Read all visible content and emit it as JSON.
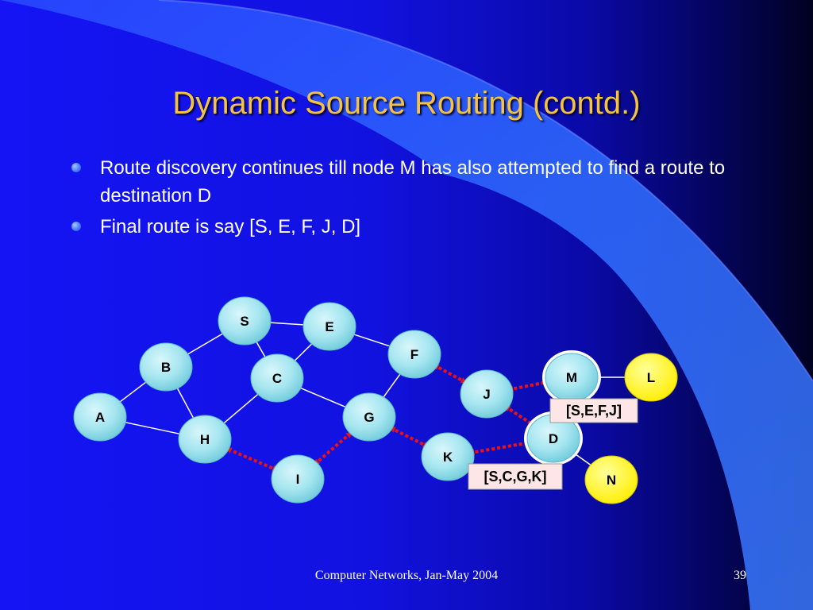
{
  "slide": {
    "title": "Dynamic Source Routing (contd.)",
    "bullets": [
      "Route discovery continues till node M has also attempted to find a route to destination D",
      "Final route is say [S, E, F, J, D]"
    ],
    "footer": "Computer Networks, Jan-May 2004",
    "page_number": "39"
  },
  "diagram": {
    "nodes": [
      {
        "id": "S",
        "label": "S",
        "style": "cyan"
      },
      {
        "id": "E",
        "label": "E",
        "style": "cyan"
      },
      {
        "id": "F",
        "label": "F",
        "style": "cyan"
      },
      {
        "id": "B",
        "label": "B",
        "style": "cyan"
      },
      {
        "id": "C",
        "label": "C",
        "style": "cyan"
      },
      {
        "id": "M",
        "label": "M",
        "style": "cyan-ring"
      },
      {
        "id": "L",
        "label": "L",
        "style": "yellow"
      },
      {
        "id": "J",
        "label": "J",
        "style": "cyan"
      },
      {
        "id": "A",
        "label": "A",
        "style": "cyan"
      },
      {
        "id": "G",
        "label": "G",
        "style": "cyan"
      },
      {
        "id": "H",
        "label": "H",
        "style": "cyan"
      },
      {
        "id": "D",
        "label": "D",
        "style": "cyan-ring"
      },
      {
        "id": "K",
        "label": "K",
        "style": "cyan"
      },
      {
        "id": "I",
        "label": "I",
        "style": "cyan"
      },
      {
        "id": "N",
        "label": "N",
        "style": "yellow"
      }
    ],
    "edges": [
      [
        "S",
        "E"
      ],
      [
        "S",
        "B"
      ],
      [
        "S",
        "C"
      ],
      [
        "E",
        "C"
      ],
      [
        "E",
        "F"
      ],
      [
        "B",
        "A"
      ],
      [
        "B",
        "H"
      ],
      [
        "A",
        "H"
      ],
      [
        "C",
        "H"
      ],
      [
        "C",
        "G"
      ],
      [
        "G",
        "F"
      ],
      [
        "M",
        "L"
      ],
      [
        "D",
        "N"
      ]
    ],
    "route_arrows": [
      [
        "F",
        "J"
      ],
      [
        "J",
        "M"
      ],
      [
        "J",
        "D"
      ],
      [
        "I",
        "H"
      ],
      [
        "I",
        "G"
      ],
      [
        "K",
        "G"
      ],
      [
        "K",
        "D"
      ]
    ],
    "route_labels": [
      {
        "text": "[S,E,F,J]",
        "near": "D"
      },
      {
        "text": "[S,C,G,K]",
        "near": "K"
      }
    ]
  },
  "colors": {
    "title": "#f5c242",
    "node_fill": "#9fe4ef",
    "node_yellow": "#ffff33",
    "arrow": "#ee1111",
    "edge": "#ffffff",
    "route_label_bg": "#ffe6e6"
  }
}
